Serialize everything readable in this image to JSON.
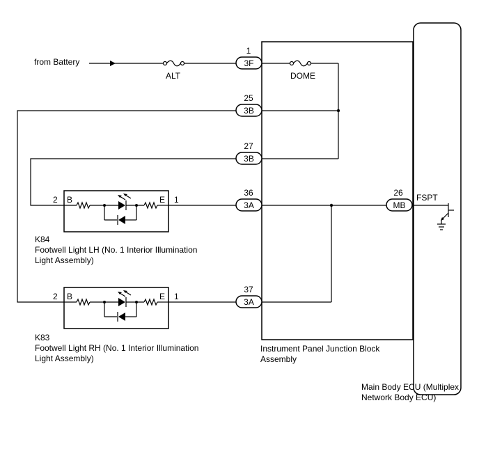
{
  "source": {
    "label": "from Battery"
  },
  "fuses": {
    "alt": "ALT",
    "dome": "DOME"
  },
  "connectors": [
    {
      "pin": "1",
      "code": "3F"
    },
    {
      "pin": "25",
      "code": "3B"
    },
    {
      "pin": "27",
      "code": "3B"
    },
    {
      "pin": "36",
      "code": "3A"
    },
    {
      "pin": "37",
      "code": "3A"
    },
    {
      "pin": "26",
      "code": "MB"
    }
  ],
  "ecu_terminal": "FSPT",
  "lights": [
    {
      "id": "K84",
      "name": "Footwell Light LH (No. 1 Interior Illumination",
      "name2": "Light Assembly)",
      "pin_left": "2",
      "pin_right": "1",
      "term_left": "B",
      "term_right": "E"
    },
    {
      "id": "K83",
      "name": "Footwell Light RH (No. 1 Interior Illumination",
      "name2": "Light Assembly)",
      "pin_left": "2",
      "pin_right": "1",
      "term_left": "B",
      "term_right": "E"
    }
  ],
  "junction_block": {
    "line1": "Instrument Panel Junction Block",
    "line2": "Assembly"
  },
  "ecu": {
    "line1": "Main Body ECU (Multiplex",
    "line2": "Network Body ECU)"
  }
}
